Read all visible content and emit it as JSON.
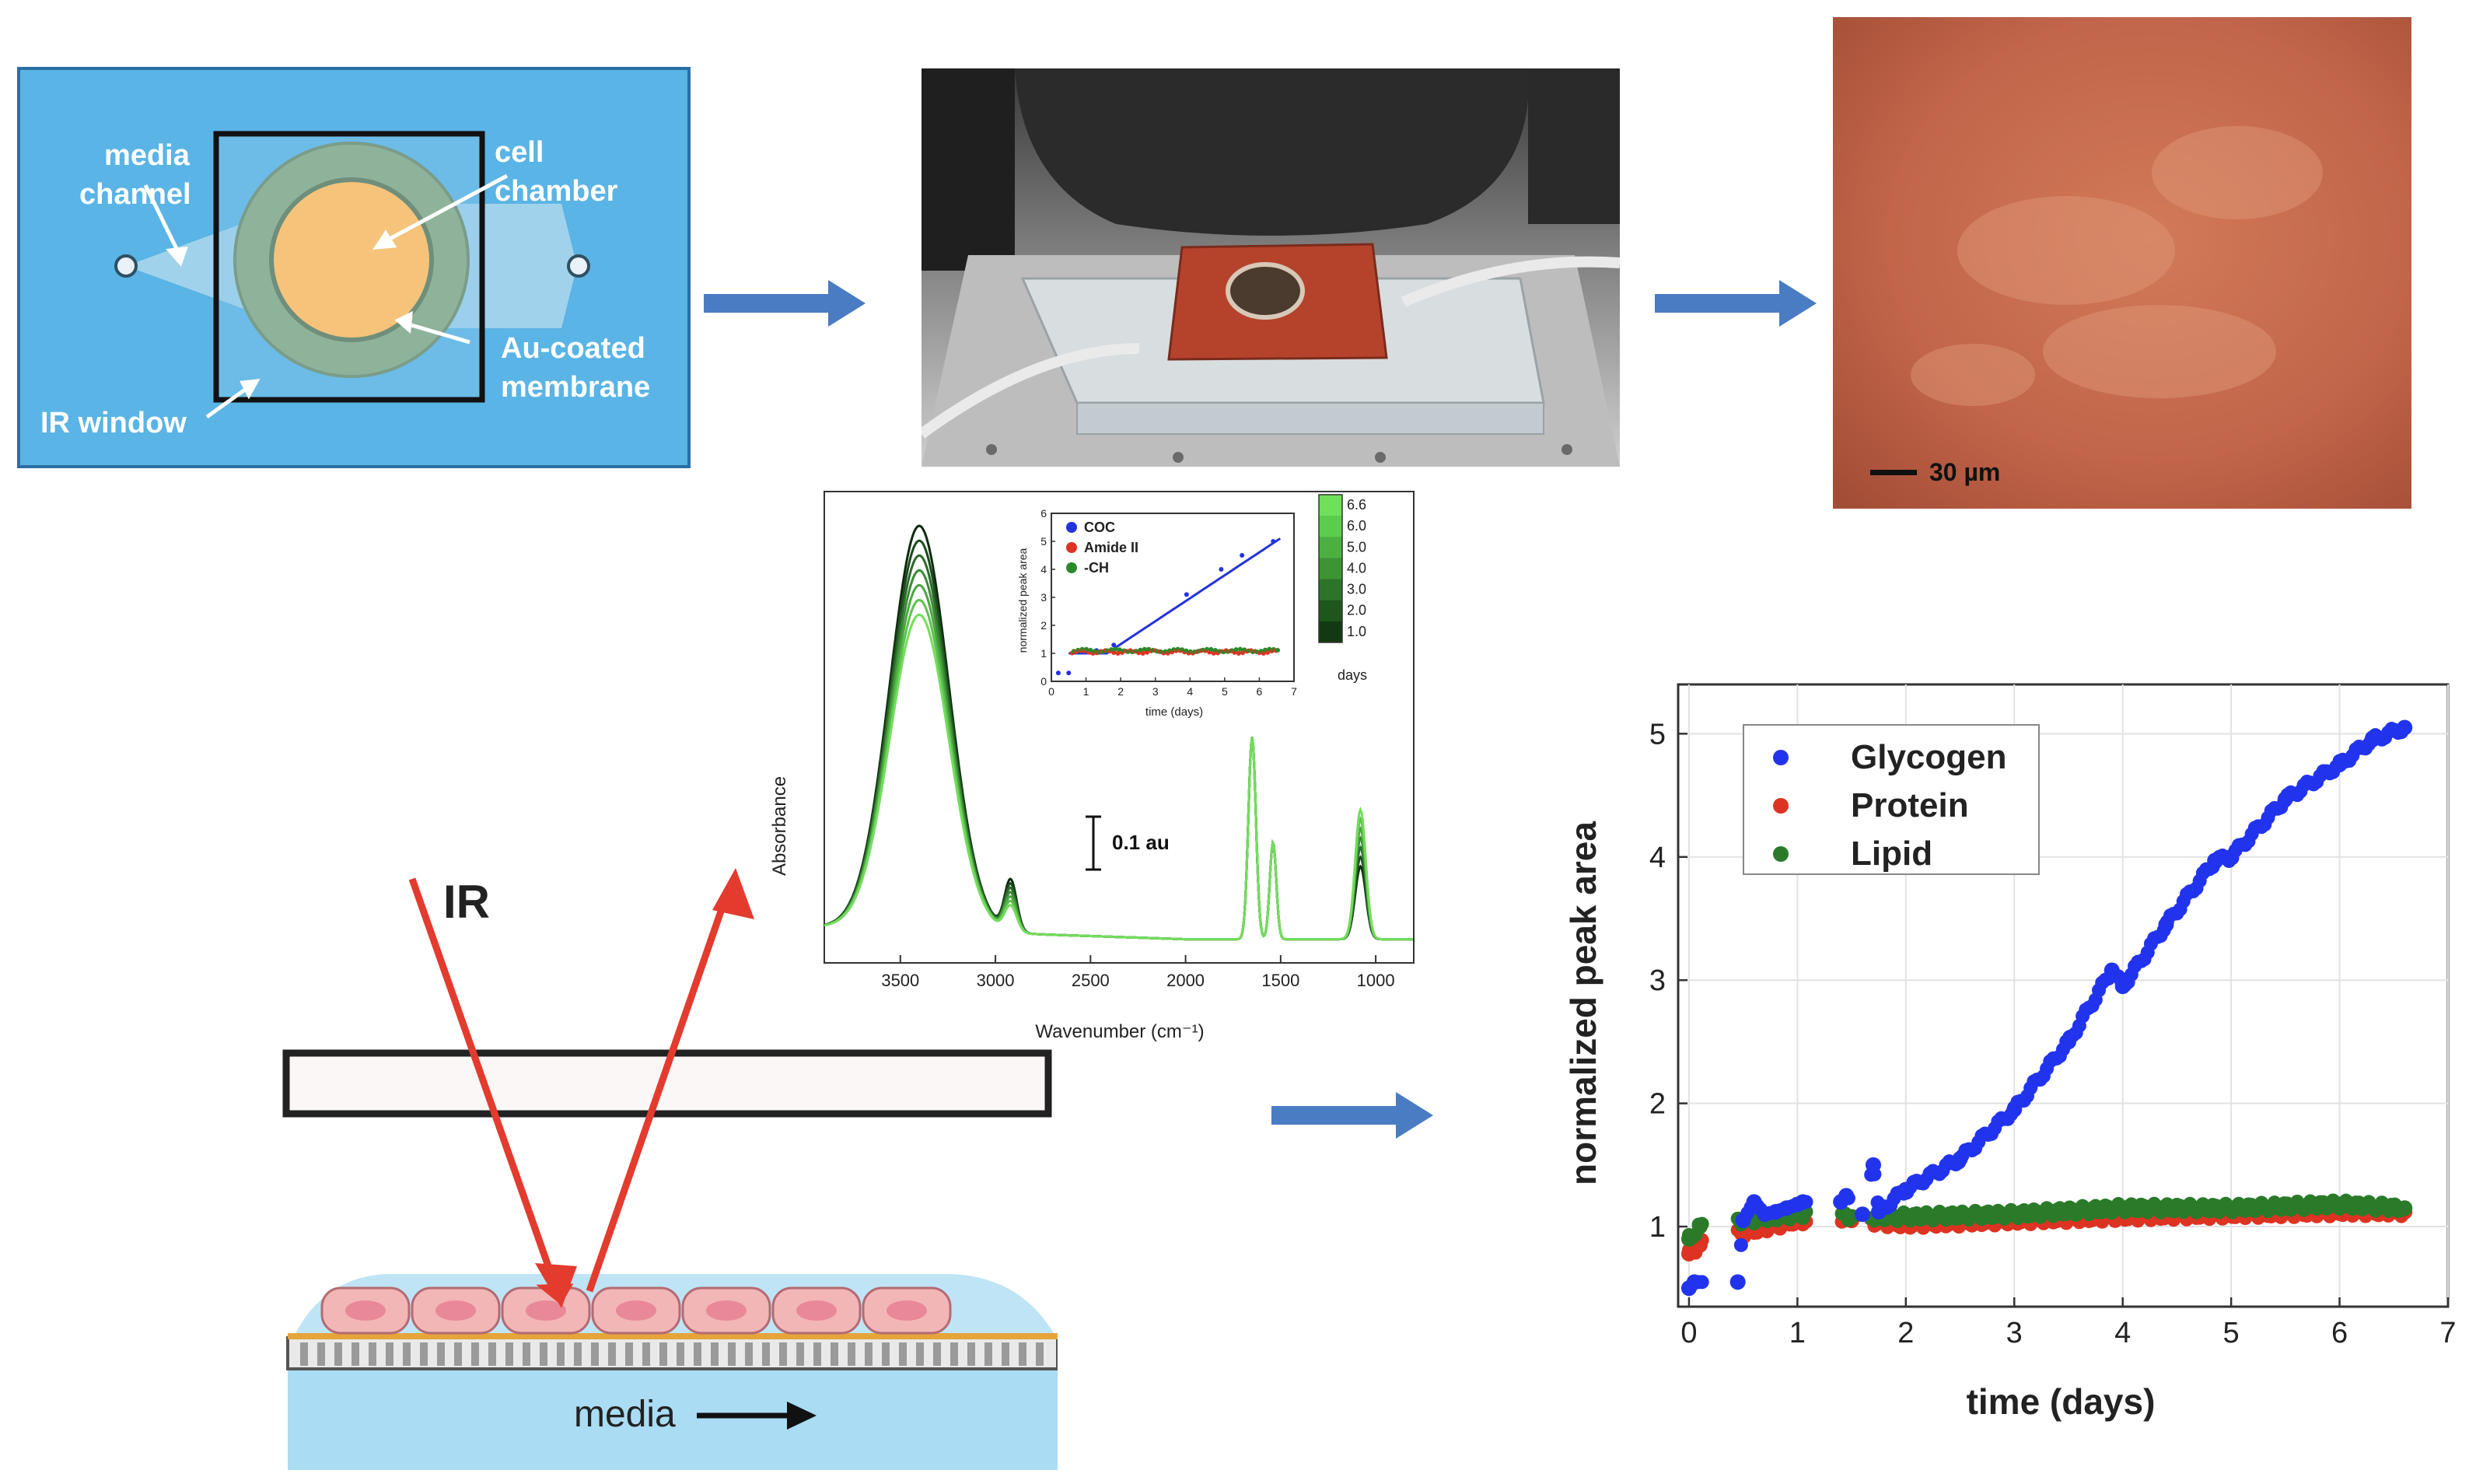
{
  "device_panel": {
    "labels": {
      "media_channel": [
        "media",
        "channel"
      ],
      "cell_chamber": [
        "cell",
        "chamber"
      ],
      "au_membrane": [
        "Au-coated",
        "membrane"
      ],
      "ir_window": "IR window"
    },
    "colors": {
      "background": "#5ab4e5",
      "border": "#2a6fa4",
      "cell": "#f5c37a",
      "membrane_ring": "#8fb39a"
    }
  },
  "photo_panel": {
    "colors": {
      "membrane": "#b5432c",
      "glove": "#2b2b2b"
    }
  },
  "micro_panel": {
    "scale_bar": "30 µm",
    "colors": {
      "tissue": "#c86b4c"
    }
  },
  "schematic": {
    "ir_label": "IR",
    "media_label": "media",
    "colors": {
      "beam": "#e33b2e",
      "cell": "#f2b6b7",
      "nucleus": "#e67d91",
      "media": "#aadcf3"
    }
  },
  "arrows_color": "#4a7cc3",
  "chart_data": [
    {
      "type": "line",
      "xlabel": "Wavenumber (cm⁻¹)",
      "ylabel": "Absorbance",
      "xlim": [
        3900,
        800
      ],
      "x_reversed": true,
      "xticks": [
        "3500",
        "3000",
        "2500",
        "2000",
        "1500",
        "1000"
      ],
      "annotation": "0.1 au",
      "colorbar": {
        "ticks": [
          "6.6",
          "6.0",
          "5.0",
          "4.0",
          "3.0",
          "2.0",
          "1.0"
        ],
        "label": "days"
      },
      "peaks": [
        {
          "x": 3400,
          "height_day1": 1.0,
          "height_last": 0.78
        },
        {
          "x": 1650,
          "height_day1": 0.5,
          "height_last": 0.5
        },
        {
          "x": 1540,
          "height_day1": 0.24,
          "height_last": 0.24
        },
        {
          "x": 1080,
          "height_day1": 0.18,
          "height_last": 0.32
        }
      ],
      "inset": {
        "type": "scatter",
        "xlabel": "time (days)",
        "ylabel": "normalized peak area",
        "xlim": [
          0,
          7
        ],
        "ylim": [
          0,
          6
        ],
        "xticks": [
          "0",
          "1",
          "2",
          "3",
          "4",
          "5",
          "6",
          "7"
        ],
        "yticks": [
          "0",
          "1",
          "2",
          "3",
          "4",
          "5",
          "6"
        ],
        "series": [
          {
            "name": "COC",
            "color": "#2233dd"
          },
          {
            "name": "Amide II",
            "color": "#dd3322"
          },
          {
            "name": "-CH",
            "color": "#2a8a2a"
          }
        ]
      }
    },
    {
      "type": "scatter",
      "xlabel": "time (days)",
      "ylabel": "normalized peak area",
      "xlim": [
        -0.1,
        7
      ],
      "ylim": [
        0.35,
        5.4
      ],
      "xticks": [
        0,
        1,
        2,
        3,
        4,
        5,
        6,
        7
      ],
      "yticks": [
        1,
        2,
        3,
        4,
        5
      ],
      "grid": true,
      "legend_position": "top-left",
      "series": [
        {
          "name": "Glycogen",
          "color": "#2233ee",
          "points": [
            [
              0.0,
              0.5
            ],
            [
              0.05,
              0.55
            ],
            [
              0.45,
              0.55
            ],
            [
              0.5,
              1.05
            ],
            [
              0.6,
              1.2
            ],
            [
              0.7,
              1.1
            ],
            [
              0.8,
              1.12
            ],
            [
              0.9,
              1.15
            ],
            [
              1.0,
              1.18
            ],
            [
              1.05,
              1.2
            ],
            [
              1.4,
              1.2
            ],
            [
              1.45,
              1.25
            ],
            [
              1.6,
              1.1
            ],
            [
              1.7,
              1.5
            ],
            [
              1.75,
              1.12
            ],
            [
              2.0,
              1.3
            ],
            [
              2.5,
              1.55
            ],
            [
              3.0,
              1.95
            ],
            [
              3.5,
              2.5
            ],
            [
              3.9,
              3.08
            ],
            [
              4.0,
              2.95
            ],
            [
              4.4,
              3.45
            ],
            [
              4.85,
              3.97
            ],
            [
              5.0,
              4.0
            ],
            [
              5.5,
              4.47
            ],
            [
              6.0,
              4.75
            ],
            [
              6.3,
              4.95
            ],
            [
              6.6,
              5.05
            ]
          ]
        },
        {
          "name": "Protein",
          "color": "#dd3322",
          "points": [
            [
              0.0,
              0.78
            ],
            [
              0.1,
              0.85
            ],
            [
              0.5,
              0.95
            ],
            [
              1.0,
              1.05
            ],
            [
              1.5,
              1.05
            ],
            [
              2.0,
              1.02
            ],
            [
              3.0,
              1.05
            ],
            [
              4.0,
              1.08
            ],
            [
              5.0,
              1.1
            ],
            [
              6.0,
              1.12
            ],
            [
              6.6,
              1.12
            ]
          ]
        },
        {
          "name": "Lipid",
          "color": "#2a7a2a",
          "points": [
            [
              0.0,
              0.9
            ],
            [
              0.1,
              1.0
            ],
            [
              0.5,
              1.05
            ],
            [
              1.0,
              1.1
            ],
            [
              1.5,
              1.08
            ],
            [
              2.0,
              1.08
            ],
            [
              3.0,
              1.1
            ],
            [
              4.0,
              1.15
            ],
            [
              5.0,
              1.15
            ],
            [
              6.0,
              1.18
            ],
            [
              6.6,
              1.15
            ]
          ]
        }
      ]
    }
  ]
}
